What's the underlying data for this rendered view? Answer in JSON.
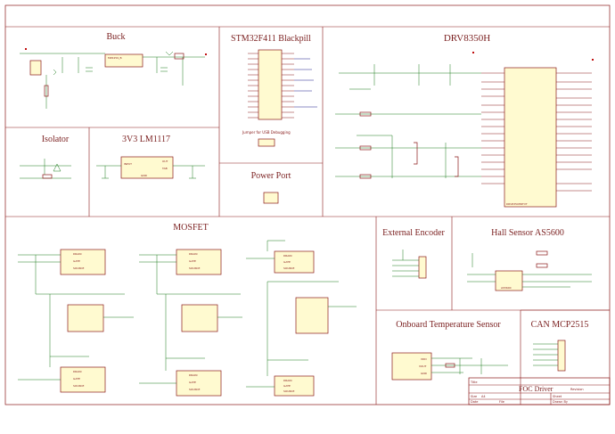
{
  "sections": {
    "buck": "Buck",
    "stm32": "STM32F411 Blackpill",
    "drv": "DRV8350H",
    "isolator": "Isolator",
    "ldo": "3V3 LM1117",
    "power_port": "Power Port",
    "mosfet": "MOSFET",
    "encoder": "External Encoder",
    "hall": "Hall Sensor AS5600",
    "temp": "Onboard Temperature Sensor",
    "can": "CAN MCP2515"
  },
  "notes": {
    "jumper": "Jumper for USB Debugging"
  },
  "parts": {
    "buck_ic": "MP2459_B",
    "ldo_in": "INPUT",
    "ldo_out": "OUT",
    "ldo_tab": "TAB",
    "ldo_gnd": "GND",
    "drv_name": "DRV8350HRTVT",
    "mos_drain": "DRAIN",
    "mos_gate": "GATE",
    "mos_source": "SOURCE",
    "hall_name": "AS5600",
    "temp_vdd": "VDD",
    "temp_vout": "VOUT",
    "temp_gnd": "GND"
  },
  "title_block": {
    "title_label": "Title",
    "title": "FOC Driver",
    "size_label": "Size",
    "size": "A4",
    "revision_label": "Revision",
    "date_label": "Date",
    "file_label": "File",
    "sheet_label": "Sheet",
    "drawn_label": "Drawn By"
  },
  "colors": {
    "frame": "#8b1a1a",
    "component_fill": "#fffad0",
    "wire": "#1a7a1a",
    "bus": "#1a1a8a",
    "title_text": "#7a1f1f"
  }
}
